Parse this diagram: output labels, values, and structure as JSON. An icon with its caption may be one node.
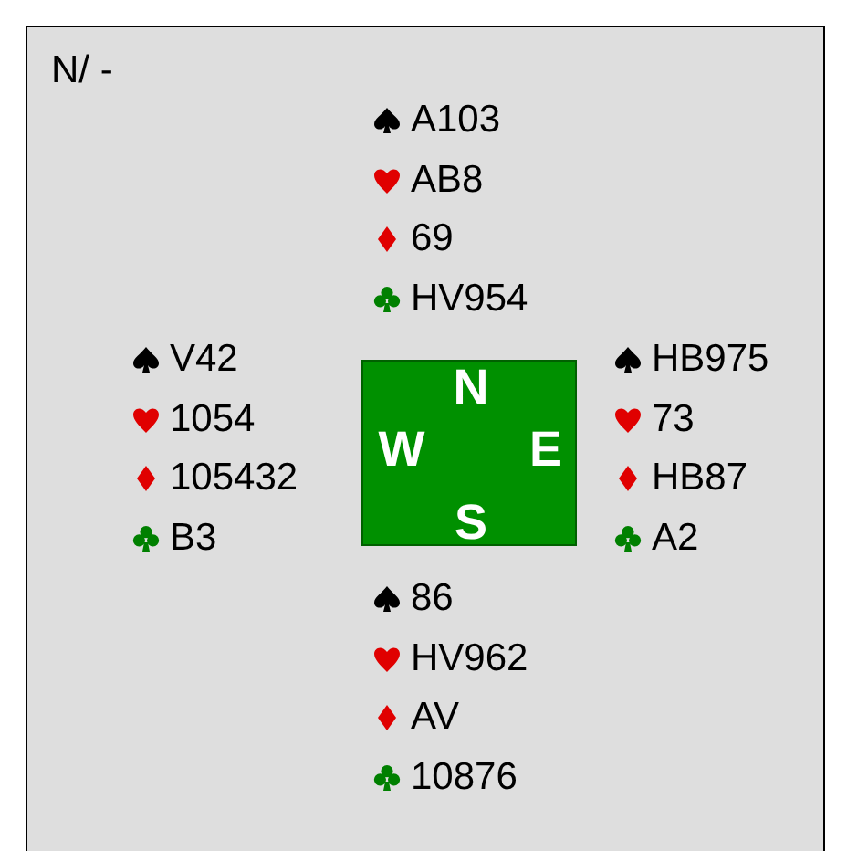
{
  "diagram": {
    "nodes": [
      {
        "text": [
          "N/ -"
        ]
      },
      {
        "text": [
          "N",
          "W",
          "E",
          "S"
        ],
        "in": 0
      }
    ],
    "labels": [
      "A103",
      "AB8",
      "69",
      "HV954",
      "V42",
      "1054",
      "105432",
      "B3",
      "HB975",
      "73",
      "HB87",
      "A2",
      "86",
      "HV962",
      "AV",
      "10876"
    ]
  }
}
